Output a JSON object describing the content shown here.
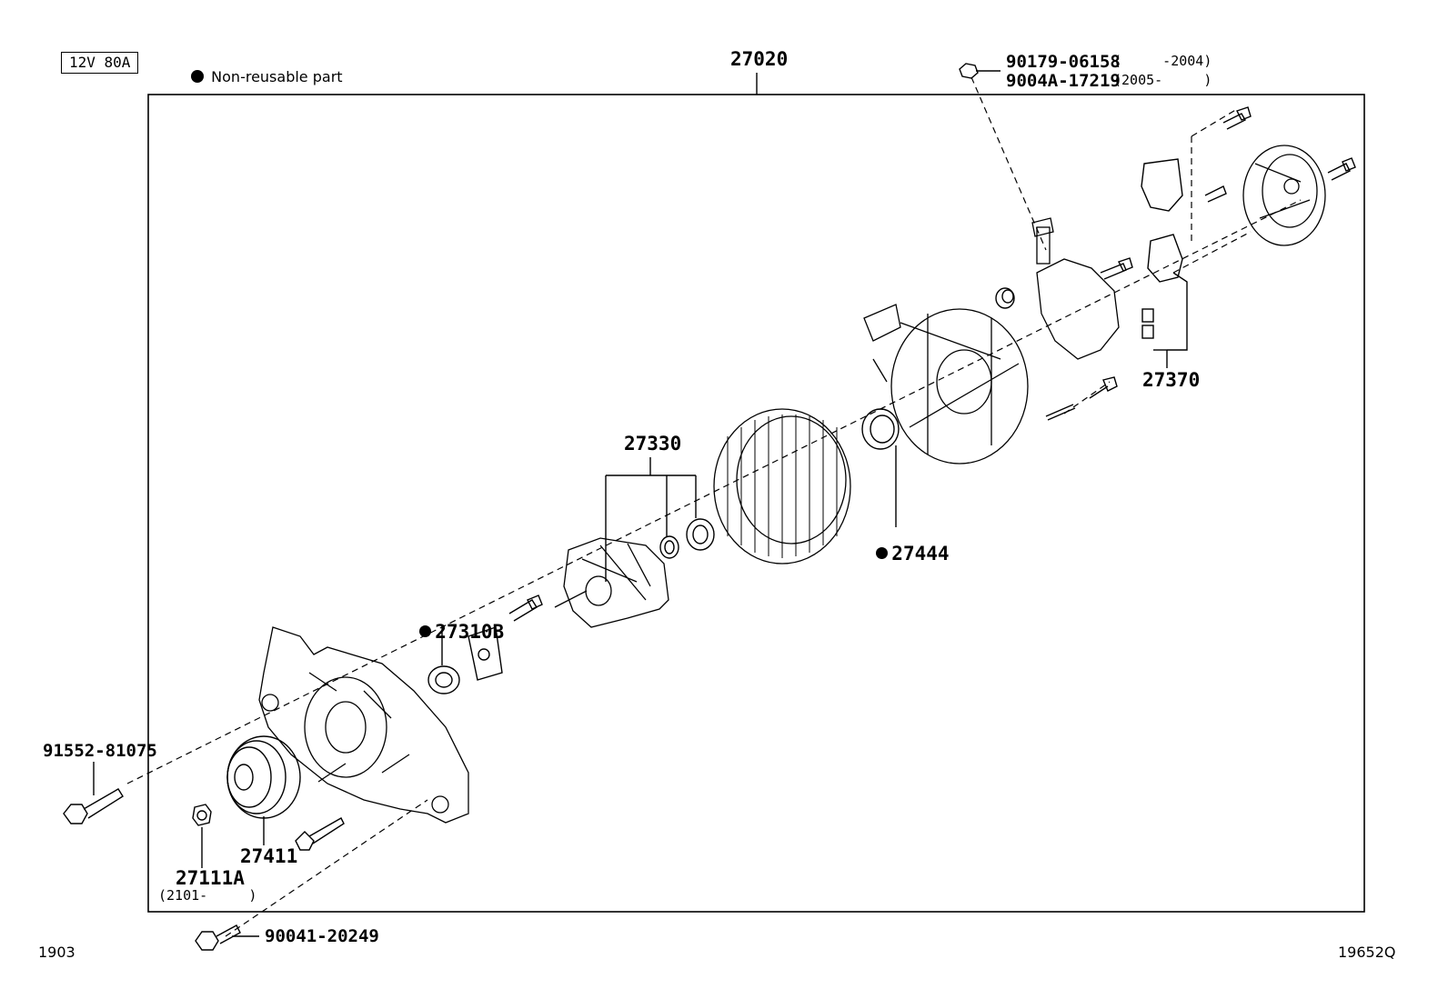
{
  "header": {
    "spec_badge": "12V 80A",
    "legend_text": "Non-reusable part"
  },
  "callouts": {
    "assembly": "27020",
    "nut_a": "90179-06158",
    "nut_a_range": "(     -2004)",
    "nut_b": "9004A-17219",
    "nut_b_range": "(2005-     )",
    "brush_holder": "27370",
    "rotor": "27330",
    "ring": "27444",
    "bearing": "27310B",
    "bolt_front": "91552-81075",
    "pulley": "27411",
    "pulley_nut": "27111A",
    "pulley_nut_range": "(2101-     )",
    "bolt_bottom": "90041-20249"
  },
  "footer": {
    "left_code": "1903",
    "right_code": "19652Q"
  }
}
